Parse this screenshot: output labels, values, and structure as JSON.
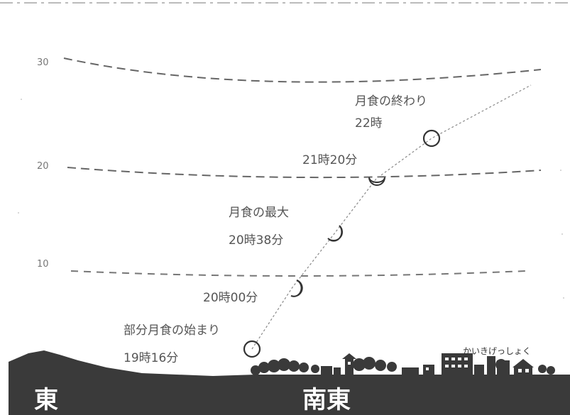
{
  "axis": {
    "ticks": [
      "30",
      "20",
      "10"
    ]
  },
  "events": [
    {
      "name": "部分月食の始まり",
      "time": "19時16分",
      "phase": "full"
    },
    {
      "name": "",
      "time": "20時00分",
      "phase": "crescent"
    },
    {
      "name": "月食の最大",
      "time": "20時38分",
      "phase": "crescent-wide"
    },
    {
      "name": "",
      "time": "21時20分",
      "phase": "gibbous"
    },
    {
      "name": "月食の終わり",
      "time": "22時",
      "phase": "full"
    }
  ],
  "horizon": {
    "direction_east": "東",
    "direction_southeast": "南東",
    "caption": "かいきげっしょく"
  },
  "colors": {
    "ground": "#3a3a3a",
    "line": "#666666",
    "moon": "#333333"
  }
}
